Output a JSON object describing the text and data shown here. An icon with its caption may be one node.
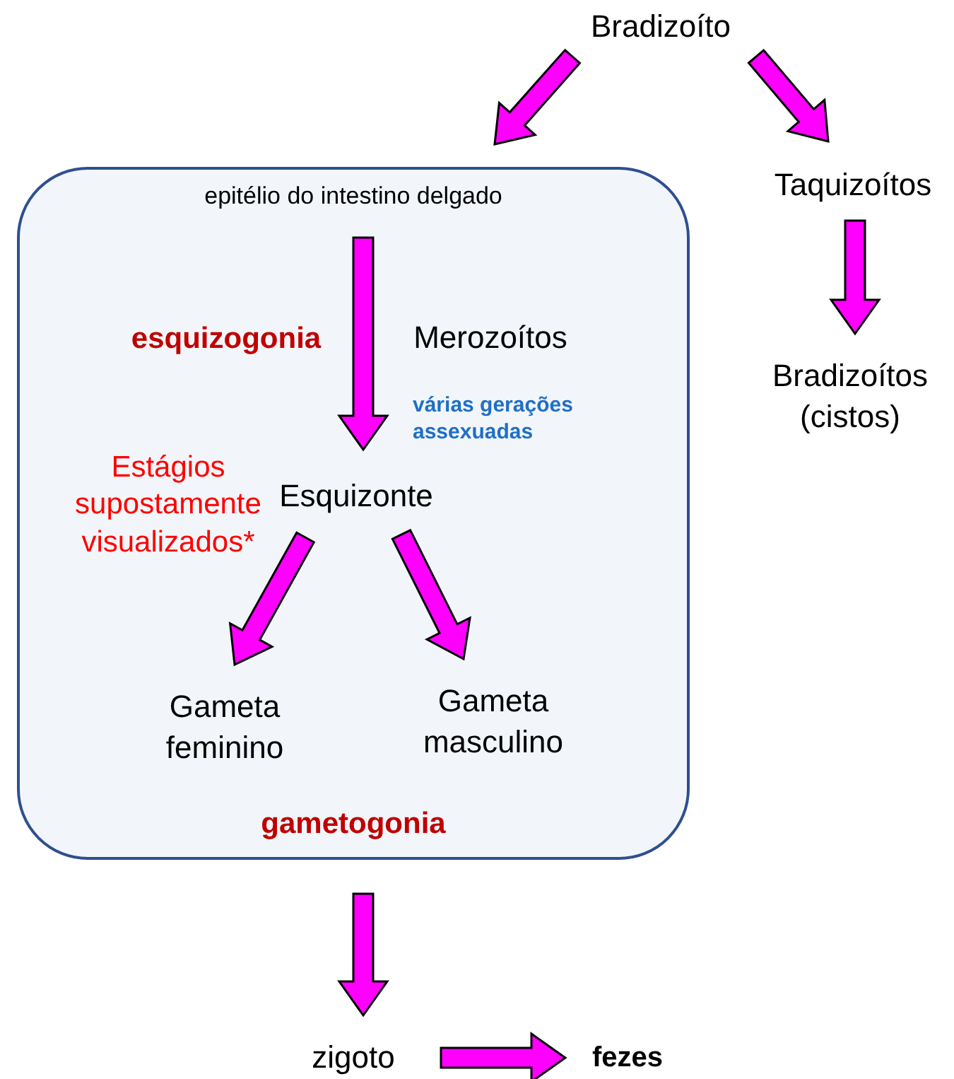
{
  "diagram": {
    "nodes": [
      {
        "text": [
          "Bradizoíto"
        ]
      },
      {
        "text": [
          "epitélio do intestino delgado"
        ]
      },
      {
        "text": [
          "Taquizoítos"
        ]
      },
      {
        "text": [
          "Bradizoítos (cistos)"
        ]
      },
      {
        "text": [
          "Esquizonte"
        ],
        "in": 1
      },
      {
        "text": [
          "Gameta feminino"
        ],
        "in": 1
      },
      {
        "text": [
          "Gameta masculino"
        ],
        "in": 1
      },
      {
        "text": [
          "zigoto"
        ]
      },
      {
        "text": [
          "fezes"
        ]
      }
    ],
    "edges": [
      {
        "from": 0,
        "to": 1,
        "arrow": "to"
      },
      {
        "from": 0,
        "to": 2,
        "arrow": "to"
      },
      {
        "from": 2,
        "to": 3,
        "arrow": "to"
      },
      {
        "from": null,
        "to": 4,
        "arrow": "to"
      },
      {
        "from": 4,
        "to": 5,
        "arrow": "to"
      },
      {
        "from": 4,
        "to": 6,
        "arrow": "to"
      },
      {
        "from": 1,
        "to": 7,
        "arrow": "to"
      },
      {
        "from": 7,
        "to": 8,
        "arrow": "to"
      }
    ],
    "labels": [
      "esquizogonia",
      "Merozoítos",
      "várias gerações assexuadas",
      "Estágios supostamente visualizados*",
      "gametogonia"
    ]
  }
}
